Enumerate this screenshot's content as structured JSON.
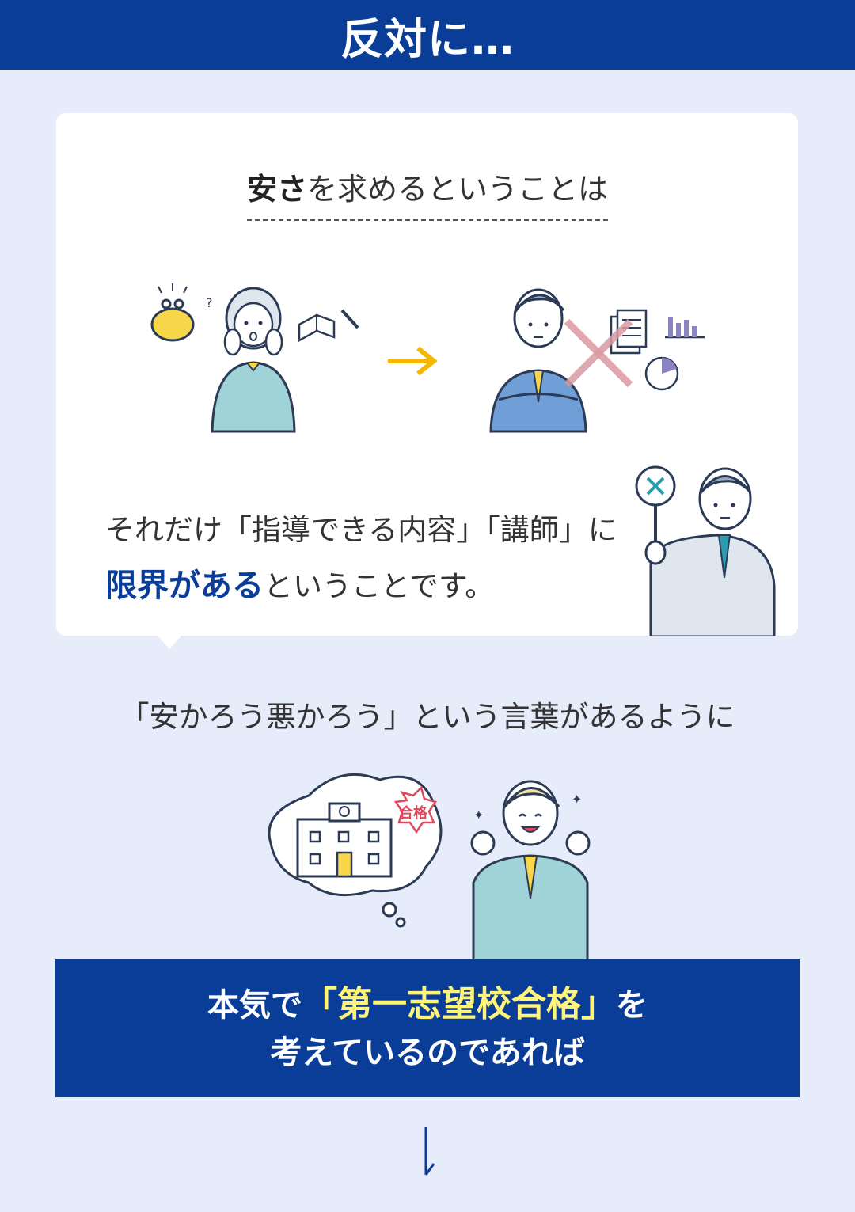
{
  "header": {
    "title": "反対に…"
  },
  "card": {
    "heading_strong": "安さ",
    "heading_rest": "を求めるということは",
    "message_line1": "それだけ「指導できる内容」「講師」に",
    "message_strong": "限界がある",
    "message_rest": "ということです。"
  },
  "proverb": "「安かろう悪かろう」という言葉があるように",
  "illustration": {
    "stamp_text": "合格"
  },
  "banner": {
    "line1_pre": "本気で",
    "line1_highlight": "「第一志望校合格」",
    "line1_post": "を",
    "line2": "考えているのであれば"
  },
  "colors": {
    "primary": "#0a3d98",
    "highlight": "#fff47a",
    "background": "#e6ecfa",
    "accent_arrow": "#f5b800"
  }
}
